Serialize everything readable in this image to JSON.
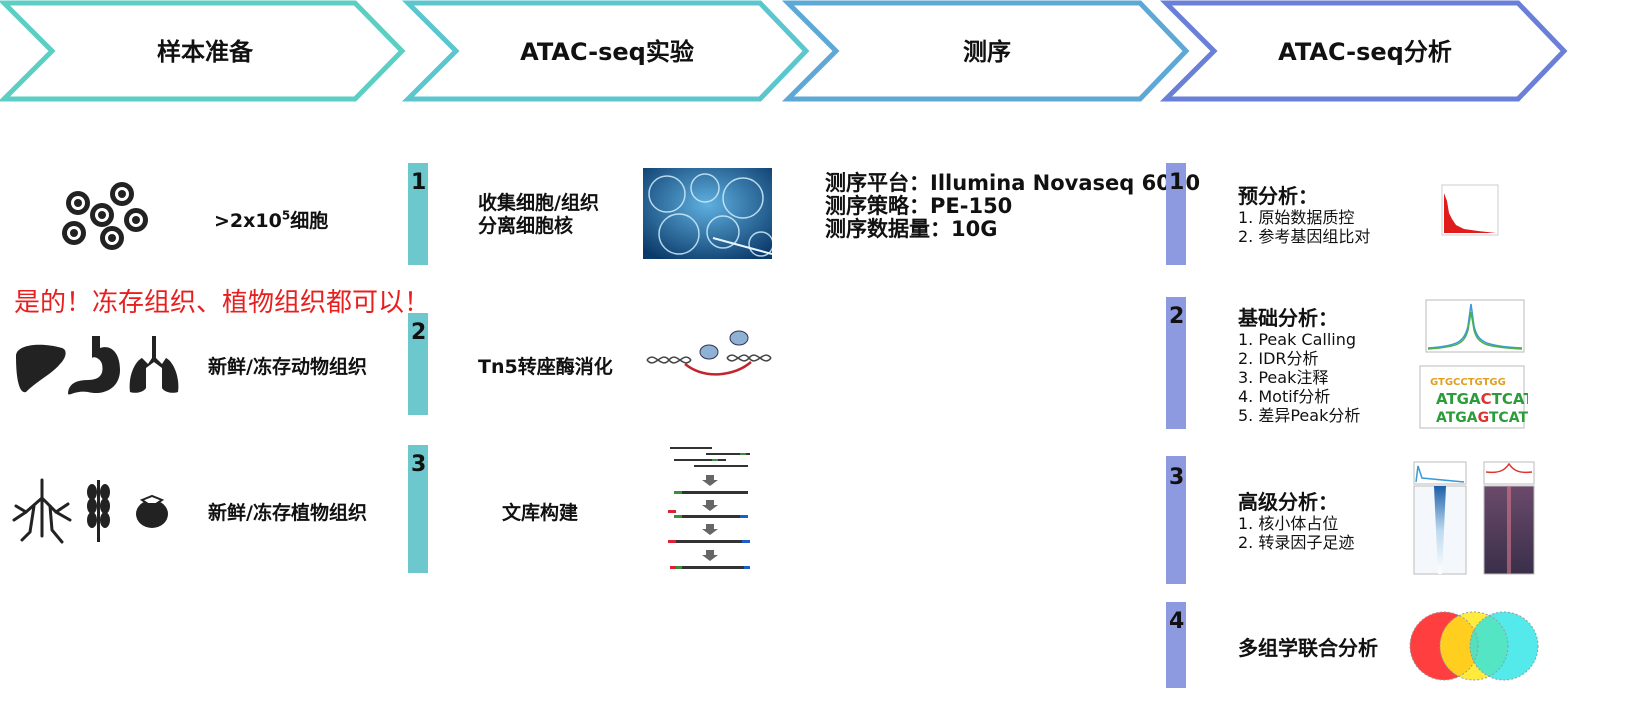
{
  "steps": [
    {
      "label": "样本准备",
      "color": "#5ccfc4"
    },
    {
      "label": "ATAC-seq实验",
      "color": "#5cc6cf"
    },
    {
      "label": "测序",
      "color": "#5ea8d6"
    },
    {
      "label": "ATAC-seq分析",
      "color": "#6a7fd8"
    }
  ],
  "sample": {
    "cells_text_pre": ">2x10",
    "cells_text_sup": "5",
    "cells_text_post": "细胞",
    "note": "是的！冻存组织、植物组织都可以！",
    "animal": "新鲜/冻存动物组织",
    "plant": "新鲜/冻存植物组织"
  },
  "experiment": {
    "steps": [
      {
        "num": "1",
        "line1": "收集细胞/组织",
        "line2": "分离细胞核"
      },
      {
        "num": "2",
        "line1": "Tn5转座酶消化"
      },
      {
        "num": "3",
        "line1": "文库构建"
      }
    ],
    "bar_color": "#6cc8cc"
  },
  "sequencing": {
    "platform": "测序平台：Illumina Novaseq 6000",
    "strategy": "测序策略：PE-150",
    "volume": "测序数据量：10G"
  },
  "analysis": {
    "bar_color": "#8e9ae0",
    "blocks": [
      {
        "num": "1",
        "title": "预分析：",
        "items": [
          "1. 原始数据质控",
          "2. 参考基因组比对"
        ]
      },
      {
        "num": "2",
        "title": "基础分析：",
        "items": [
          "1. Peak Calling",
          "2. IDR分析",
          "3. Peak注释",
          "4. Motif分析",
          "5. 差异Peak分析"
        ]
      },
      {
        "num": "3",
        "title": "高级分析：",
        "items": [
          "1. 核小体占位",
          "2. 转录因子足迹"
        ]
      },
      {
        "num": "4",
        "title": "多组学联合分析",
        "items": []
      }
    ]
  }
}
